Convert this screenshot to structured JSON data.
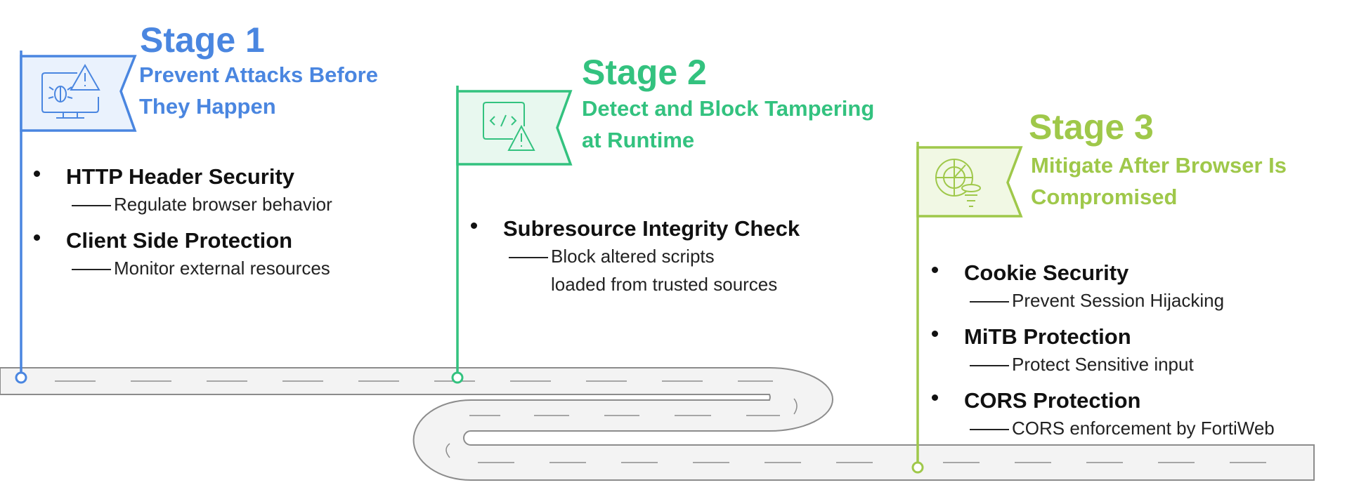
{
  "colors": {
    "stage1": "#4a86e0",
    "stage2": "#33c27f",
    "stage3": "#9fc84a",
    "road_fill": "#f3f3f3",
    "road_stroke": "#8c8c8c"
  },
  "stages": [
    {
      "title": "Stage 1",
      "subtitle": "Prevent Attacks Before They Happen",
      "icon": "monitor-bug-warning-icon",
      "items": [
        {
          "title": "HTTP Header Security",
          "desc": "Regulate browser behavior"
        },
        {
          "title": "Client Side Protection",
          "desc": "Monitor external resources"
        }
      ]
    },
    {
      "title": "Stage 2",
      "subtitle": "Detect and Block Tampering at Runtime",
      "icon": "code-warning-icon",
      "items": [
        {
          "title": "Subresource Integrity Check",
          "desc": "Block altered scripts\nloaded from trusted sources"
        }
      ]
    },
    {
      "title": "Stage 3",
      "subtitle": "Mitigate After Browser Is Compromised",
      "icon": "radar-funnel-icon",
      "items": [
        {
          "title": "Cookie Security",
          "desc": "Prevent Session Hijacking"
        },
        {
          "title": "MiTB Protection",
          "desc": "Protect Sensitive input"
        },
        {
          "title": "CORS Protection",
          "desc": "CORS enforcement by FortiWeb"
        }
      ]
    }
  ]
}
